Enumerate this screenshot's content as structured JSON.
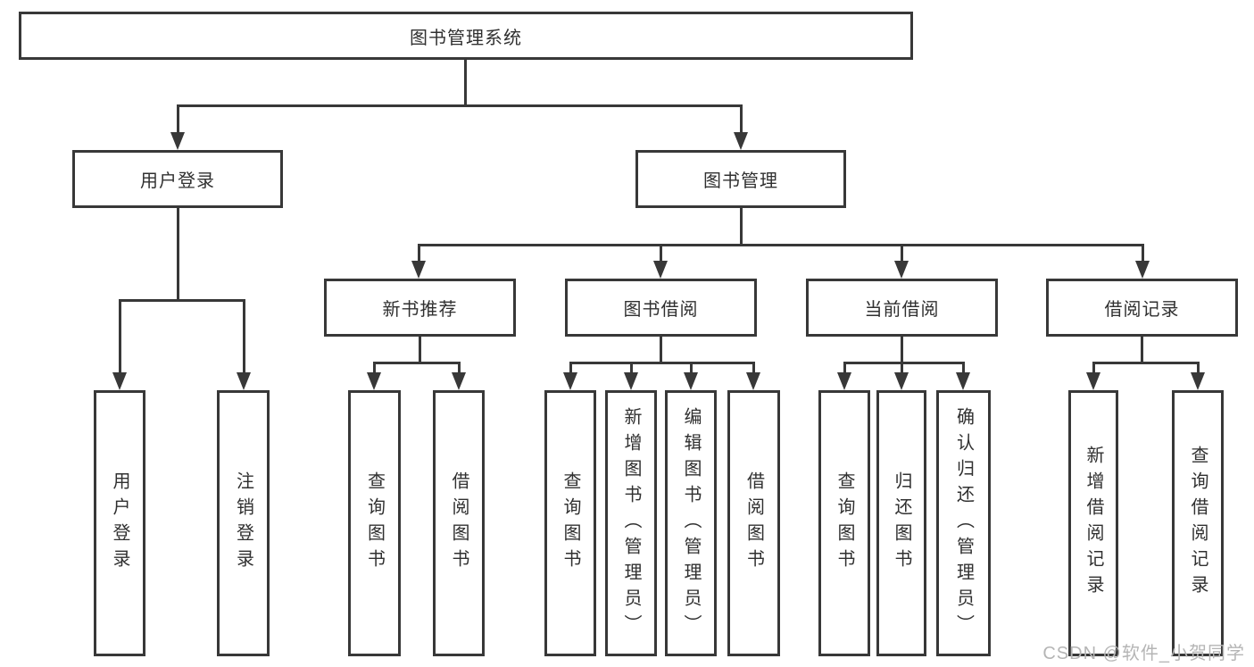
{
  "watermark": "CSDN @软件_小贺同学",
  "colors": {
    "line": "#383838",
    "border": "#383838",
    "text": "#303030",
    "background": "#ffffff",
    "watermark": "#b5b5b5"
  },
  "tree": {
    "label": "图书管理系统",
    "children": [
      {
        "label": "用户登录",
        "children": [
          {
            "label": "用户登录"
          },
          {
            "label": "注销登录"
          }
        ]
      },
      {
        "label": "图书管理",
        "children": [
          {
            "label": "新书推荐",
            "children": [
              {
                "label": "查询图书"
              },
              {
                "label": "借阅图书"
              }
            ]
          },
          {
            "label": "图书借阅",
            "children": [
              {
                "label": "查询图书"
              },
              {
                "label": "新增图书（管理员）"
              },
              {
                "label": "编辑图书（管理员）"
              },
              {
                "label": "借阅图书"
              }
            ]
          },
          {
            "label": "当前借阅",
            "children": [
              {
                "label": "查询图书"
              },
              {
                "label": "归还图书"
              },
              {
                "label": "确认归还（管理员）"
              }
            ]
          },
          {
            "label": "借阅记录",
            "children": [
              {
                "label": "新增借阅记录"
              },
              {
                "label": "查询借阅记录"
              }
            ]
          }
        ]
      }
    ]
  }
}
